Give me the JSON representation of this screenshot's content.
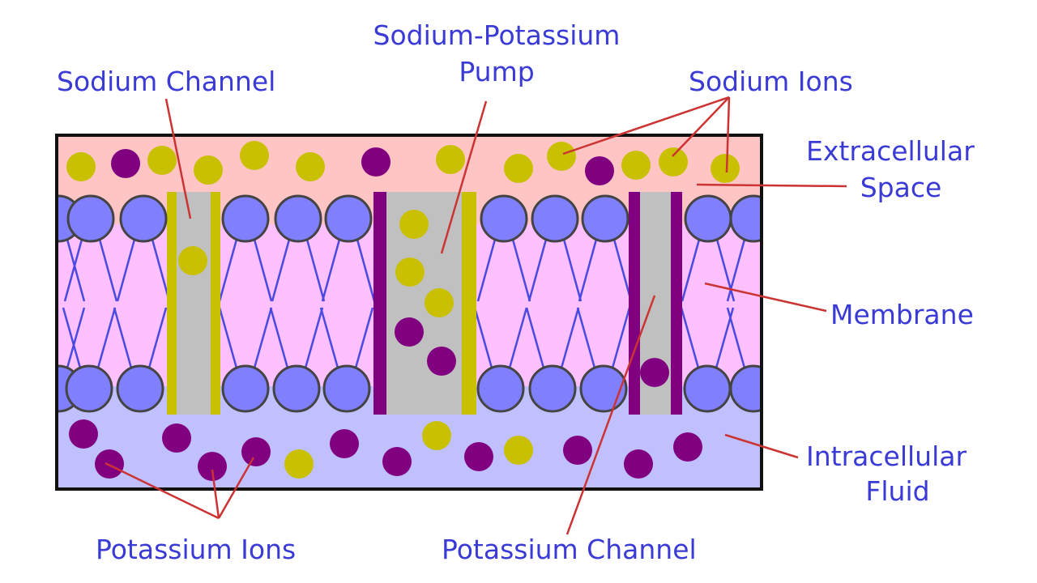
{
  "labels": {
    "sodium_channel": "Sodium Channel",
    "pump_line1": "Sodium-Potassium",
    "pump_line2": "Pump",
    "sodium_ions": "Sodium Ions",
    "extracellular_line1": "Extracellular",
    "extracellular_line2": "Space",
    "membrane": "Membrane",
    "intracellular_line1": "Intracellular",
    "intracellular_line2": "Fluid",
    "potassium_ions": "Potassium Ions",
    "potassium_channel": "Potassium Channel"
  },
  "colors": {
    "label": "#3a3ad6",
    "leader": "#cc3333",
    "extracellular": "#ffc4c4",
    "membrane": "#ffc0ff",
    "intracellular": "#c0c0ff",
    "sodium": "#c8c000",
    "potassium": "#800080",
    "head": "#8080ff",
    "channel": "#c0c0c0"
  }
}
